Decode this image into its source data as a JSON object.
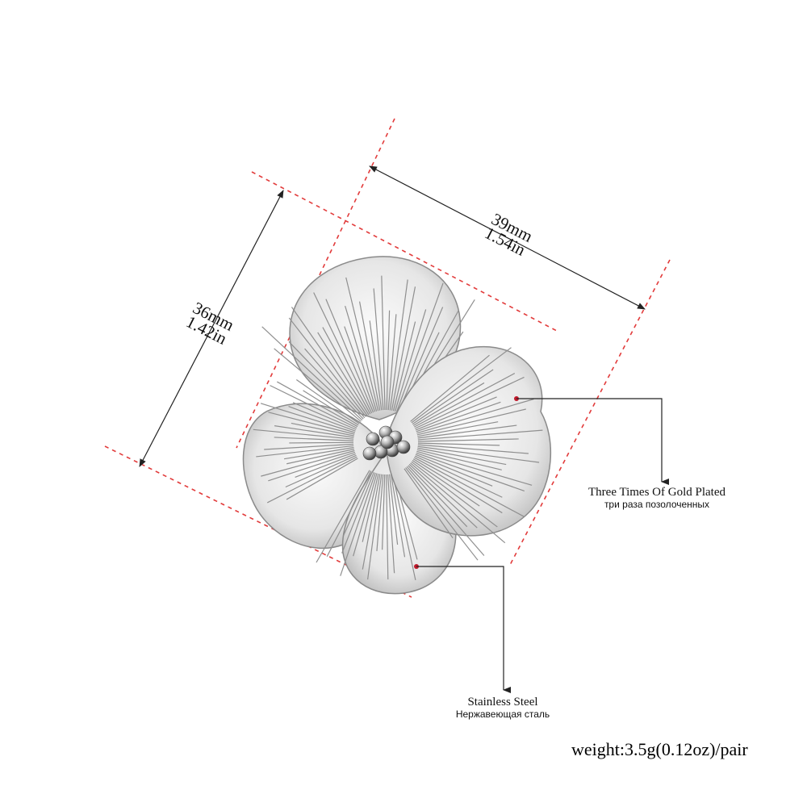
{
  "dimensions": {
    "width_mm": "39mm",
    "width_in": "1.54in",
    "height_mm": "36mm",
    "height_in": "1.42in"
  },
  "callouts": {
    "plating_en": "Three Times Of Gold Plated",
    "plating_ru": "три раза позолоченных",
    "material_en": "Stainless Steel",
    "material_ru": "Нержавеющая сталь"
  },
  "weight": "weight:3.5g(0.12oz)/pair",
  "colors": {
    "guide_line": "#e23b3b",
    "arrow_line": "#222222",
    "callout_dot": "#c0182a",
    "metal_light": "#f4f4f4",
    "metal_dark": "#9a9a9a"
  }
}
